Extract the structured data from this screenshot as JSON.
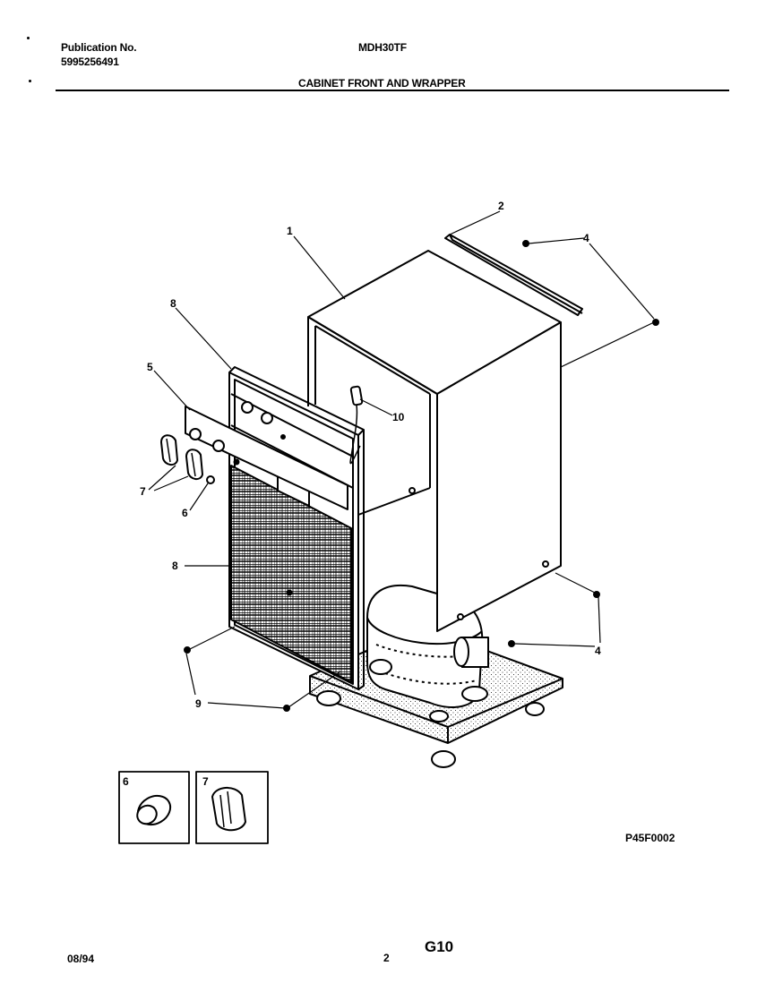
{
  "header": {
    "publication_label": "Publication No.",
    "publication_number": "5995256491",
    "model": "MDH30TF",
    "section_title": "CABINET FRONT AND WRAPPER"
  },
  "callouts": {
    "c1": "1",
    "c2": "2",
    "c4_top": "4",
    "c4_bottom": "4",
    "c5": "5",
    "c6": "6",
    "c7": "7",
    "c8_top": "8",
    "c8_grille": "8",
    "c9": "9",
    "c10": "10"
  },
  "insets": {
    "knob_label": "6",
    "handle_label": "7"
  },
  "figure_code": "P45F0002",
  "footer": {
    "date": "08/94",
    "page": "2",
    "code": "G10"
  }
}
